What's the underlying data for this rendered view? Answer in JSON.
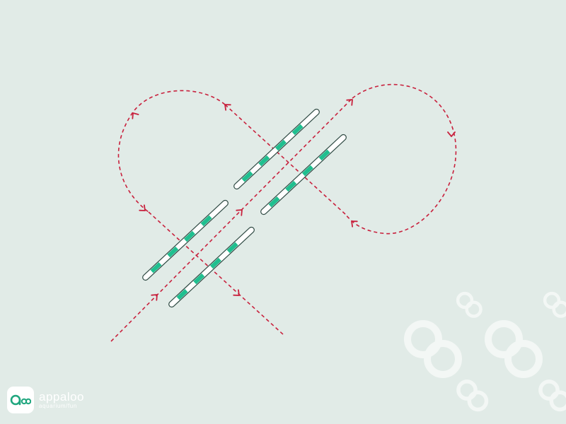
{
  "diagram": {
    "kind": "figure-eight flight path with crossing ladder bars",
    "colors": {
      "background": "#e1ebe7",
      "path": "#c8213d",
      "bar_fill": "#1fbf8f",
      "bar_outline": "#2f4a43",
      "bar_light": "#ffffff",
      "watermark": "#f3f7f5"
    },
    "path_style": "dashed with direction arrows",
    "bar_count": 4,
    "segments_per_bar": 10
  },
  "watermark": {
    "icon": "infinity-loops-icon"
  },
  "brand": {
    "logo_icon": "appaloo-logo-icon",
    "name": "appaloo",
    "tagline": "aquarium/fun"
  }
}
